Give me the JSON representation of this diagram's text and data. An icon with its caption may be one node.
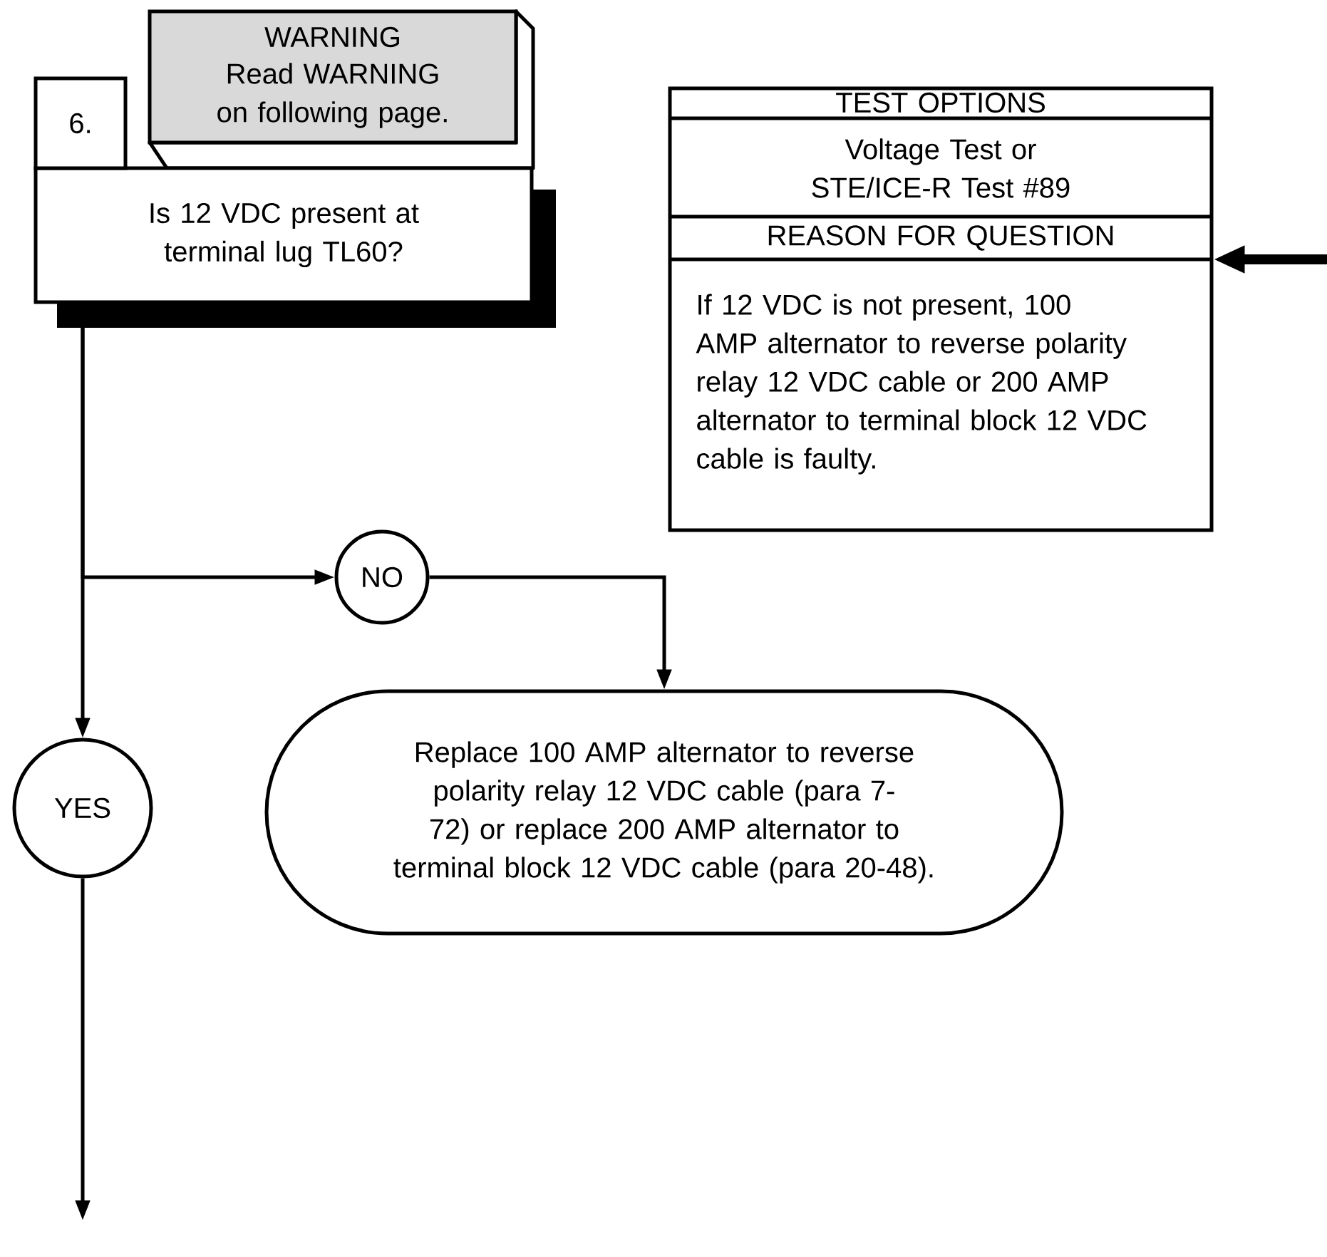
{
  "diagram": {
    "nodes": [
      {
        "text": [
          "6."
        ]
      },
      {
        "text": [
          "WARNING",
          "Read WARNING on following page."
        ]
      },
      {
        "text": [
          "Is 12 VDC present at terminal lug TL60?"
        ]
      },
      {
        "text": [
          "TEST OPTIONS",
          "Voltage Test or STE/ICE-R Test #89",
          "REASON FOR QUESTION",
          "If 12 VDC is not present, 100 AMP alternator to reverse polarity relay 12 VDC cable or 200 AMP alternator to terminal block 12 VDC cable is faulty."
        ]
      },
      {
        "text": [
          "NO"
        ]
      },
      {
        "text": [
          "YES"
        ]
      },
      {
        "text": [
          "Replace 100 AMP alternator to reverse polarity relay 12 VDC cable (para 7-72) or replace 200 AMP alternator to terminal block 12 VDC cable (para 20-48)."
        ]
      }
    ],
    "edges": [
      {
        "from": 2,
        "to": 4,
        "arrow": "to"
      },
      {
        "from": 2,
        "to": 5,
        "arrow": "to"
      },
      {
        "from": 4,
        "to": 6,
        "arrow": "to"
      },
      {
        "from": 5,
        "to": null,
        "arrow": "to"
      },
      {
        "from": null,
        "to": 3,
        "arrow": "to",
        "style": "thick"
      }
    ]
  }
}
